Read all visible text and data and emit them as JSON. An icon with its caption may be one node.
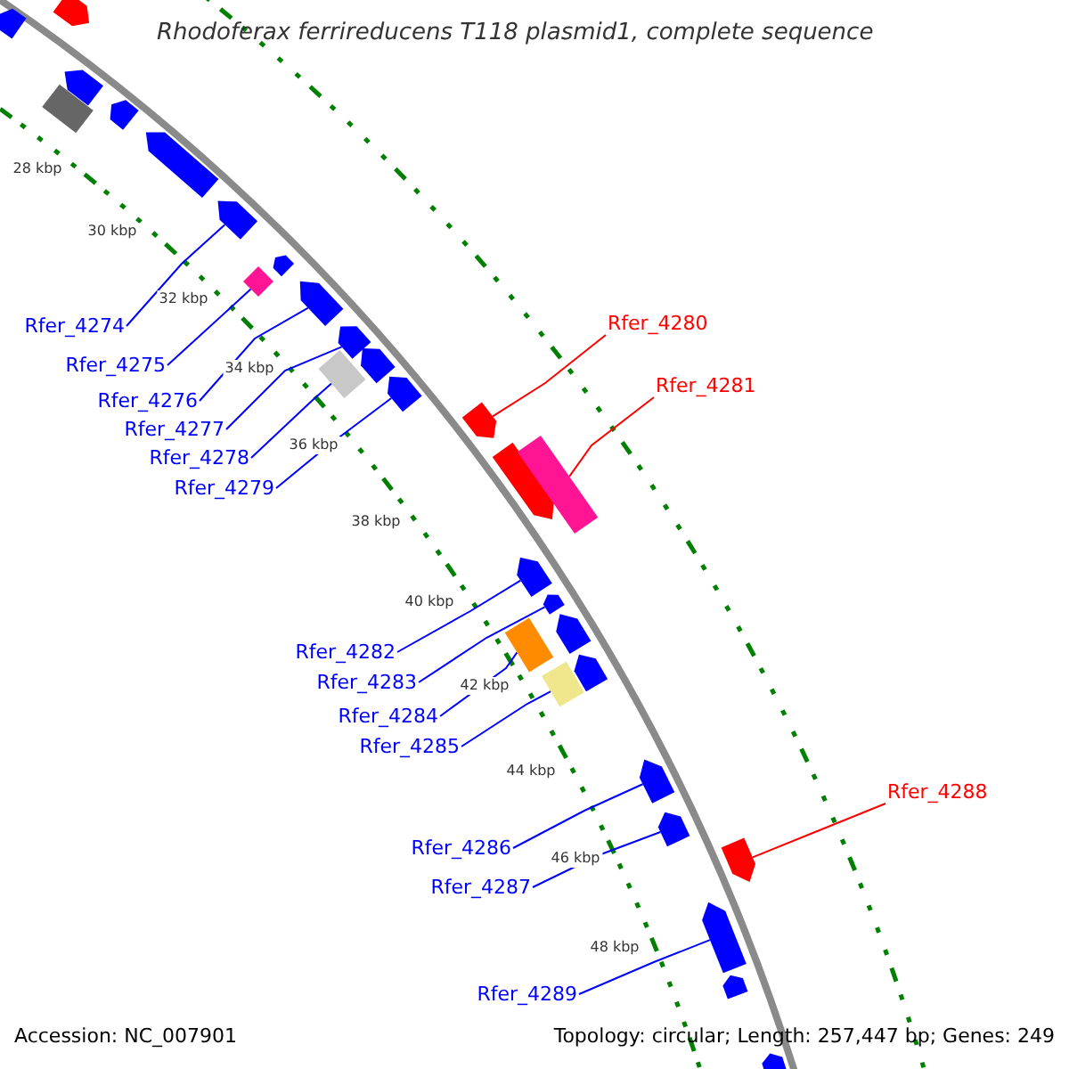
{
  "diagram": {
    "title": "Rhodoferax ferrireducens T118 plasmid1, complete sequence",
    "nodes": [
      {
        "text": [
          "Rfer_4274"
        ]
      },
      {
        "text": [
          "Rfer_4280"
        ]
      },
      {
        "text": [
          "Rfer_4275"
        ]
      },
      {
        "text": [
          "Rfer_4281"
        ]
      },
      {
        "text": [
          "Rfer_4276"
        ]
      },
      {
        "text": [
          "Rfer_4277"
        ]
      },
      {
        "text": [
          "Rfer_4278"
        ]
      },
      {
        "text": [
          "Rfer_4279"
        ]
      },
      {
        "text": [
          "Rfer_4282"
        ]
      },
      {
        "text": [
          "Rfer_4283"
        ]
      },
      {
        "text": [
          "Rfer_4284"
        ]
      },
      {
        "text": [
          "Rfer_4285"
        ]
      },
      {
        "text": [
          "Rfer_4288"
        ]
      },
      {
        "text": [
          "Rfer_4286"
        ]
      },
      {
        "text": [
          "Rfer_4287"
        ]
      },
      {
        "text": [
          "Rfer_4289"
        ]
      },
      {
        "text": [],
        "shape": "pentagon"
      },
      {
        "text": [],
        "shape": "pentagon"
      },
      {
        "text": [],
        "shape": "pentagon"
      },
      {
        "text": [],
        "shape": "box"
      },
      {
        "text": [],
        "shape": "pentagon"
      },
      {
        "text": [],
        "shape": "pentagon"
      },
      {
        "text": [],
        "shape": "pentagon"
      },
      {
        "text": [],
        "shape": "pentagon"
      },
      {
        "text": [],
        "shape": "box"
      },
      {
        "text": [],
        "shape": "pentagon"
      },
      {
        "text": [],
        "shape": "pentagon"
      },
      {
        "text": [],
        "shape": "pentagon"
      },
      {
        "text": [],
        "shape": "box"
      },
      {
        "text": [],
        "shape": "pentagon"
      },
      {
        "text": [],
        "shape": "pentagon"
      },
      {
        "text": [],
        "shape": "pentagon"
      },
      {
        "text": [],
        "shape": "box"
      },
      {
        "text": [],
        "shape": "pentagon"
      },
      {
        "text": [],
        "shape": "pentagon"
      },
      {
        "text": [],
        "shape": "pentagon"
      },
      {
        "text": [],
        "shape": "box"
      },
      {
        "text": [],
        "shape": "pentagon"
      },
      {
        "text": [],
        "shape": "box"
      },
      {
        "text": [],
        "shape": "pentagon"
      },
      {
        "text": [],
        "shape": "pentagon"
      },
      {
        "text": [],
        "shape": "pentagon"
      },
      {
        "text": [],
        "shape": "pentagon"
      },
      {
        "text": [],
        "shape": "pentagon"
      },
      {
        "text": [],
        "shape": "pentagon"
      }
    ],
    "edges": [
      {
        "from": 0,
        "to": 22,
        "arrow": "none"
      },
      {
        "from": 1,
        "to": 30,
        "arrow": "none",
        "color": "#ff0000"
      },
      {
        "from": 2,
        "to": 24,
        "arrow": "none"
      },
      {
        "from": 3,
        "to": 32,
        "arrow": "none",
        "color": "#ff0000"
      },
      {
        "from": 4,
        "to": 25,
        "arrow": "none"
      },
      {
        "from": 5,
        "to": 26,
        "arrow": "none"
      },
      {
        "from": 6,
        "to": 28,
        "arrow": "none"
      },
      {
        "from": 7,
        "to": 29,
        "arrow": "none"
      },
      {
        "from": 8,
        "to": 33,
        "arrow": "none"
      },
      {
        "from": 9,
        "to": 34,
        "arrow": "none"
      },
      {
        "from": 10,
        "to": 36,
        "arrow": "none"
      },
      {
        "from": 11,
        "to": 38,
        "arrow": "none"
      },
      {
        "from": 12,
        "to": 41,
        "arrow": "none",
        "color": "#ff0000"
      },
      {
        "from": 13,
        "to": 39,
        "arrow": "none"
      },
      {
        "from": 14,
        "to": 40,
        "arrow": "none"
      },
      {
        "from": 15,
        "to": 42,
        "arrow": "none"
      }
    ],
    "labels": [
      "28 kbp",
      "30 kbp",
      "32 kbp",
      "34 kbp",
      "36 kbp",
      "38 kbp",
      "40 kbp",
      "42 kbp",
      "44 kbp",
      "46 kbp",
      "48 kbp",
      "Accession: NC_007901",
      "Topology: circular; Length: 257,447 bp; Genes: 249"
    ]
  }
}
